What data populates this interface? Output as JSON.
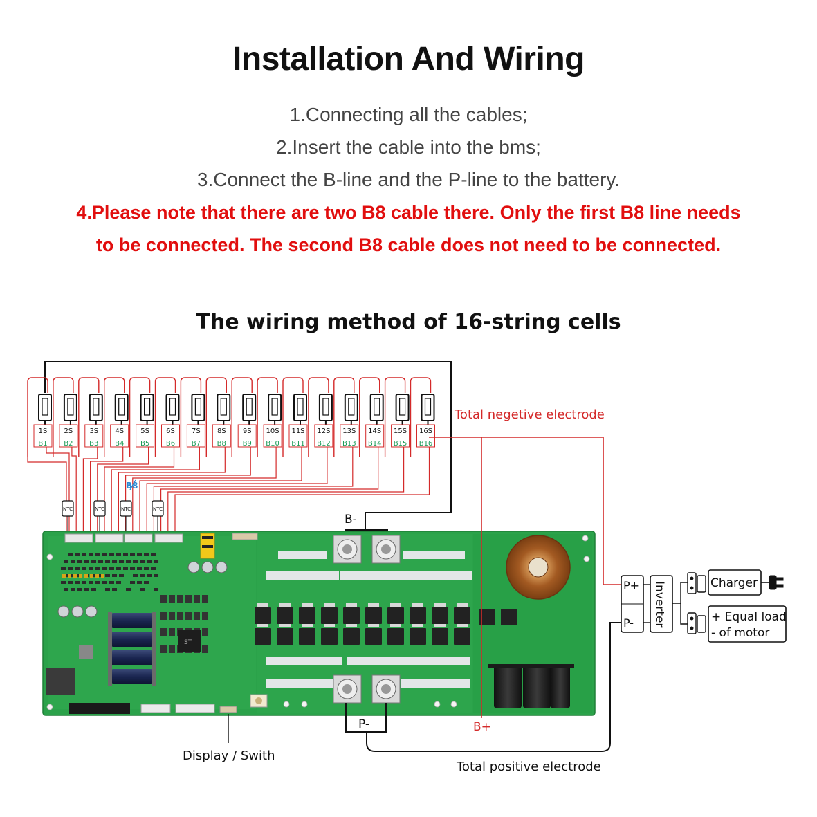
{
  "header": {
    "title": "Installation And Wiring",
    "steps": [
      "1.Connecting all the cables;",
      "2.Insert the cable into the bms;",
      "3.Connect the B-line and the P-line to the battery."
    ],
    "note_line1": "4.Please note that there are two B8 cable  there. Only the first B8 line needs",
    "note_line2": "to be connected. The second B8 cable  does not need to be connected."
  },
  "diagram": {
    "subtitle": "The wiring method of 16-string cells",
    "cell_labels": [
      "1S",
      "2S",
      "3S",
      "4S",
      "5S",
      "6S",
      "7S",
      "8S",
      "9S",
      "10S",
      "11S",
      "12S",
      "13S",
      "14S",
      "15S",
      "16S"
    ],
    "b_labels": [
      "B1",
      "B2",
      "B3",
      "B4",
      "B5",
      "B6",
      "B7",
      "B8",
      "B9",
      "B10",
      "B11",
      "B12",
      "B13",
      "B14",
      "B15",
      "B16"
    ],
    "b8_callout": "B8",
    "ntc_label": "NTC",
    "total_negative": "Total negetive electrode",
    "total_positive": "Total positive electrode",
    "b_minus": "B-",
    "b_plus": "B+",
    "p_minus": "P-",
    "p_plus_box": "P+",
    "p_minus_box": "P-",
    "inverter": "Inverter",
    "charger": "Charger",
    "load_line1": "+ Equal load",
    "load_line2": "- of motor",
    "display_label": "Display / Swith"
  },
  "colors": {
    "title": "#111111",
    "steps": "#444444",
    "note": "#e10e0e",
    "wire_red": "#d42a2a",
    "wire_black": "#111111",
    "label_green": "#1a9a55",
    "b8_blue": "#2a8ad4",
    "pcb_green": "#2ba24a"
  }
}
